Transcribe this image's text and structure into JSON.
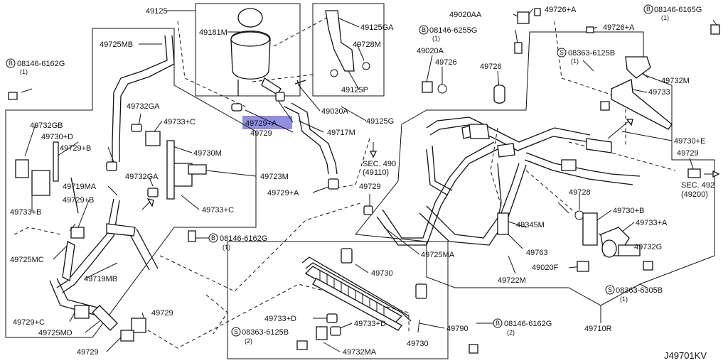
{
  "diagram_id": "J49701KV",
  "highlighted_part": "49729+A",
  "highlight_color": "#7d7ad8",
  "bolt_badge": "B",
  "screw_badge": "S",
  "labels": [
    {
      "id": "l1",
      "text": "49125"
    },
    {
      "id": "l2",
      "text": "49181M"
    },
    {
      "id": "l3",
      "text": "49725MB"
    },
    {
      "id": "l4",
      "text": "08146-6162G",
      "badge": "B",
      "sub": "(1)"
    },
    {
      "id": "l5",
      "text": "49732GA"
    },
    {
      "id": "l6",
      "text": "49733+C"
    },
    {
      "id": "l7",
      "text": "49729+A"
    },
    {
      "id": "l8",
      "text": "49729"
    },
    {
      "id": "l9",
      "text": "49717M"
    },
    {
      "id": "l10",
      "text": "49732GB"
    },
    {
      "id": "l11",
      "text": "49730+D"
    },
    {
      "id": "l12",
      "text": "49729+B"
    },
    {
      "id": "l13",
      "text": "49730M"
    },
    {
      "id": "l14",
      "text": "49732GA"
    },
    {
      "id": "l15",
      "text": "49723M"
    },
    {
      "id": "l16",
      "text": "49719MA"
    },
    {
      "id": "l17",
      "text": "49729+B"
    },
    {
      "id": "l18",
      "text": "49733+B"
    },
    {
      "id": "l19",
      "text": "49733+C"
    },
    {
      "id": "l20",
      "text": "49729+A"
    },
    {
      "id": "l21",
      "text": "08146-6162G",
      "badge": "B",
      "sub": "(1)"
    },
    {
      "id": "l22",
      "text": "49725MC"
    },
    {
      "id": "l23",
      "text": "49719MB"
    },
    {
      "id": "l24",
      "text": "49729+C"
    },
    {
      "id": "l25",
      "text": "49725MD"
    },
    {
      "id": "l26",
      "text": "49729"
    },
    {
      "id": "l27",
      "text": "49729"
    },
    {
      "id": "l28",
      "text": "49125GA"
    },
    {
      "id": "l29",
      "text": "49728M"
    },
    {
      "id": "l30",
      "text": "49125P"
    },
    {
      "id": "l31",
      "text": "49030A"
    },
    {
      "id": "l32",
      "text": "49125G"
    },
    {
      "id": "l33",
      "text": "SEC. 490",
      "sub": "(49110)"
    },
    {
      "id": "l34",
      "text": "49729"
    },
    {
      "id": "l35",
      "text": "49725MA"
    },
    {
      "id": "l36",
      "text": "49730"
    },
    {
      "id": "l37",
      "text": "49733+D"
    },
    {
      "id": "l38",
      "text": "08363-6125B",
      "badge": "S",
      "sub": "(2)"
    },
    {
      "id": "l39",
      "text": "49733+D"
    },
    {
      "id": "l40",
      "text": "49732MA"
    },
    {
      "id": "l41",
      "text": "49730"
    },
    {
      "id": "l42",
      "text": "49790"
    },
    {
      "id": "l43",
      "text": "08146-6162G",
      "badge": "B",
      "sub": "(2)"
    },
    {
      "id": "l44",
      "text": "49020AA"
    },
    {
      "id": "l45",
      "text": "49726+A"
    },
    {
      "id": "l46",
      "text": "08146-6255G",
      "badge": "B",
      "sub": "(1)"
    },
    {
      "id": "l47",
      "text": "49020A"
    },
    {
      "id": "l48",
      "text": "49726"
    },
    {
      "id": "l49",
      "text": "49726"
    },
    {
      "id": "l50",
      "text": "49726+A"
    },
    {
      "id": "l51",
      "text": "08146-6165G",
      "badge": "B",
      "sub": "(1)"
    },
    {
      "id": "l52",
      "text": "08363-6125B",
      "badge": "S",
      "sub": "(1)"
    },
    {
      "id": "l53",
      "text": "49732M"
    },
    {
      "id": "l54",
      "text": "49733"
    },
    {
      "id": "l55",
      "text": "49730+E"
    },
    {
      "id": "l56",
      "text": "49729"
    },
    {
      "id": "l57",
      "text": "SEC. 492",
      "sub": "(49200)"
    },
    {
      "id": "l58",
      "text": "49728"
    },
    {
      "id": "l59",
      "text": "49730+B"
    },
    {
      "id": "l60",
      "text": "49733+A"
    },
    {
      "id": "l61",
      "text": "49345M"
    },
    {
      "id": "l62",
      "text": "49732G"
    },
    {
      "id": "l63",
      "text": "49763"
    },
    {
      "id": "l64",
      "text": "49020F"
    },
    {
      "id": "l65",
      "text": "49722M"
    },
    {
      "id": "l66",
      "text": "08363-6305B",
      "badge": "S",
      "sub": "(1)"
    },
    {
      "id": "l67",
      "text": "49710R"
    }
  ]
}
